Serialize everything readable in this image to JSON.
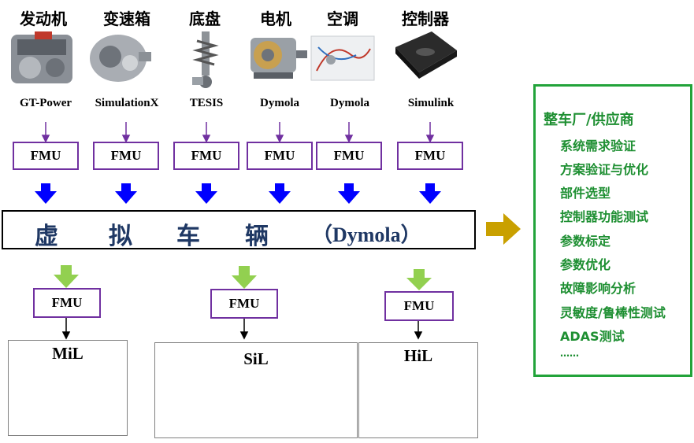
{
  "components": [
    {
      "title": "发动机",
      "tool": "GT-Power",
      "image": "engine-image"
    },
    {
      "title": "变速箱",
      "tool": "SimulationX",
      "image": "gearbox-image"
    },
    {
      "title": "底盘",
      "tool": "TESIS",
      "image": "chassis-image"
    },
    {
      "title": "电机",
      "tool": "Dymola",
      "image": "motor-image"
    },
    {
      "title": "空调",
      "tool": "Dymola",
      "image": "aircon-image"
    },
    {
      "title": "控制器",
      "tool": "Simulink",
      "image": "controller-image"
    }
  ],
  "fmu_label": "FMU",
  "vehicle": {
    "chars": [
      "虚",
      "拟",
      "车",
      "辆"
    ],
    "tool": "（Dymola）"
  },
  "targets": [
    {
      "title": "MiL"
    },
    {
      "title": "SiL"
    },
    {
      "title": "HiL"
    }
  ],
  "applications": {
    "heading": "整车厂/供应商",
    "items": [
      "系统需求验证",
      "方案验证与优化",
      "部件选型",
      "控制器功能测试",
      "参数标定",
      "参数优化",
      "故障影响分析",
      "灵敏度/鲁棒性测试",
      "ADAS测试",
      "……"
    ]
  },
  "colors": {
    "fmu_border": "#7030a0",
    "down_arrow": "#0000ff",
    "fmu_arrow_green": "#92d050",
    "right_arrow": "#c9a000",
    "text_green": "#1e8f32",
    "vehicle_text": "#1f3864"
  }
}
